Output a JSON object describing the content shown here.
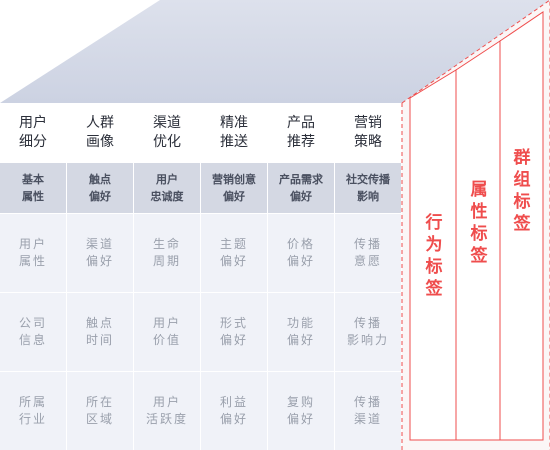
{
  "columns": [
    {
      "header": "用户\n细分",
      "sub": "基本\n属性",
      "cells": [
        "用户\n属性",
        "公司\n信息",
        "所属\n行业"
      ]
    },
    {
      "header": "人群\n画像",
      "sub": "触点\n偏好",
      "cells": [
        "渠道\n偏好",
        "触点\n时间",
        "所在\n区域"
      ]
    },
    {
      "header": "渠道\n优化",
      "sub": "用户\n忠诚度",
      "cells": [
        "生命\n周期",
        "用户\n价值",
        "用户\n活跃度"
      ]
    },
    {
      "header": "精准\n推送",
      "sub": "营销创意\n偏好",
      "cells": [
        "主题\n偏好",
        "形式\n偏好",
        "利益\n偏好"
      ]
    },
    {
      "header": "产品\n推荐",
      "sub": "产品需求\n偏好",
      "cells": [
        "价格\n偏好",
        "功能\n偏好",
        "复购\n偏好"
      ]
    },
    {
      "header": "营销\n策略",
      "sub": "社交传播\n影响",
      "cells": [
        "传播\n意愿",
        "传播\n影响力",
        "传播\n渠道"
      ]
    }
  ],
  "tags": {
    "behavior": "行\n为\n标\n签",
    "attribute": "属\n性\n标\n签",
    "group": "群\n组\n标\n签"
  },
  "colors": {
    "accent": "#ef4d4d",
    "header_bg": "#ffffff",
    "sub_bg": "#d4d8e3",
    "cell_bg": "#f0f2f8",
    "cube_top": "#d2d7e6"
  }
}
